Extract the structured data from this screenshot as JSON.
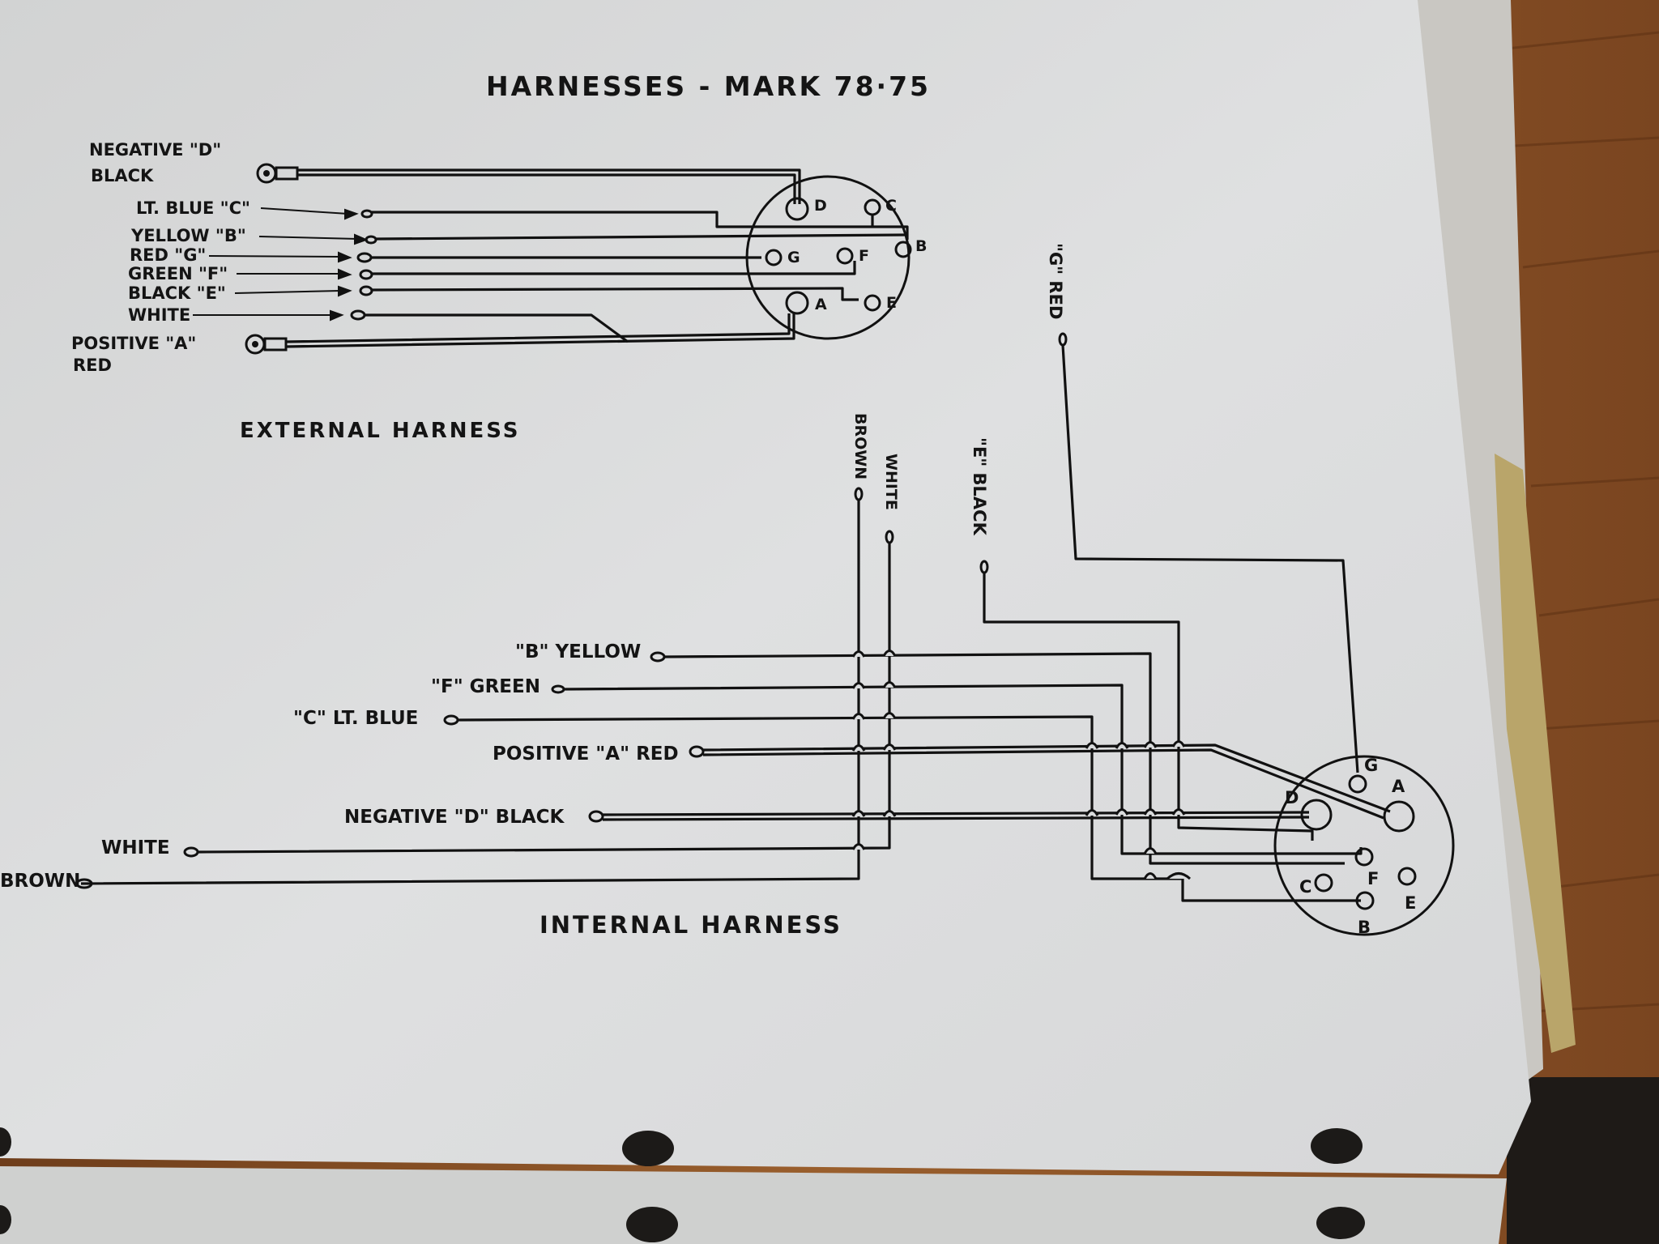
{
  "title": "HARNESSES - MARK 78·75",
  "external": {
    "caption": "EXTERNAL HARNESS",
    "wires": {
      "neg_d_1": "NEGATIVE \"D\"",
      "neg_d_2": "BLACK",
      "c": "LT. BLUE \"C\"",
      "b": "YELLOW  \"B\"",
      "g": "RED \"G\"",
      "f": "GREEN  \"F\"",
      "e": "BLACK \"E\"",
      "white": "WHITE",
      "pos_a_1": "POSITIVE  \"A\"",
      "pos_a_2": "RED"
    },
    "pins": {
      "d": "D",
      "c": "C",
      "b": "B",
      "g": "G",
      "f": "F",
      "a": "A",
      "e": "E"
    }
  },
  "internal": {
    "caption": "INTERNAL  HARNESS",
    "wires": {
      "b": "\"B\" YELLOW",
      "f": "\"F\" GREEN",
      "c": "\"C\"  LT.  BLUE",
      "pos_a": "POSITIVE \"A\" RED",
      "neg_d": "NEGATIVE \"D\" BLACK",
      "white": "WHITE",
      "brown": "BROWN"
    },
    "vertical": {
      "brown": "BROWN",
      "white": "WHITE",
      "e_black": "\"E\" BLACK",
      "g_red": "\"G\" RED"
    },
    "pins": {
      "g": "G",
      "a": "A",
      "d": "D",
      "c": "C",
      "f": "F",
      "e": "E",
      "b": "B"
    }
  },
  "colors": {
    "paper": "#d9dbdc",
    "ink": "#141414",
    "wood": "#8a5427"
  }
}
